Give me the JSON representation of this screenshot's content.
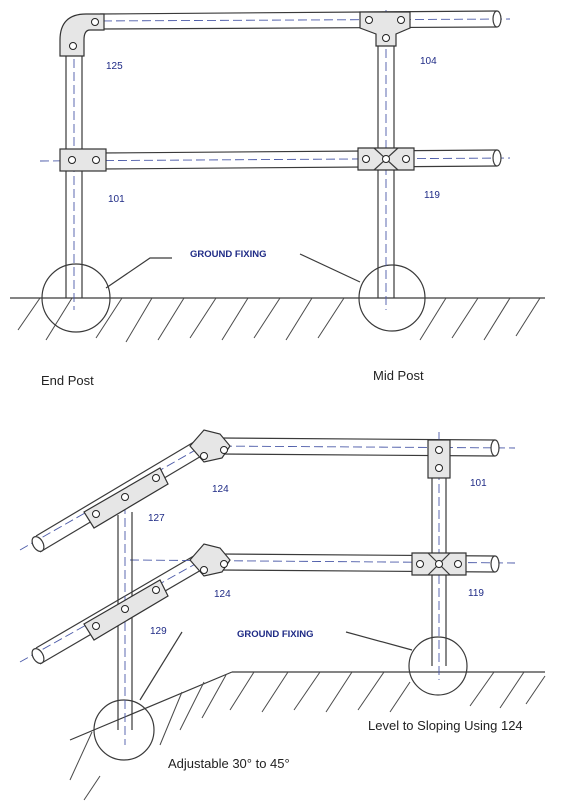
{
  "top_diagram": {
    "caption_left": "End Post",
    "caption_right": "Mid Post",
    "ground_label": "GROUND FIXING",
    "part_labels": [
      "125",
      "104",
      "101",
      "119"
    ]
  },
  "bottom_diagram": {
    "ground_label": "GROUND FIXING",
    "part_labels": [
      "124",
      "101",
      "127",
      "124",
      "119",
      "129"
    ],
    "caption_level": "Level to Sloping Using 124",
    "caption_adjust": "Adjustable 30° to 45°"
  }
}
